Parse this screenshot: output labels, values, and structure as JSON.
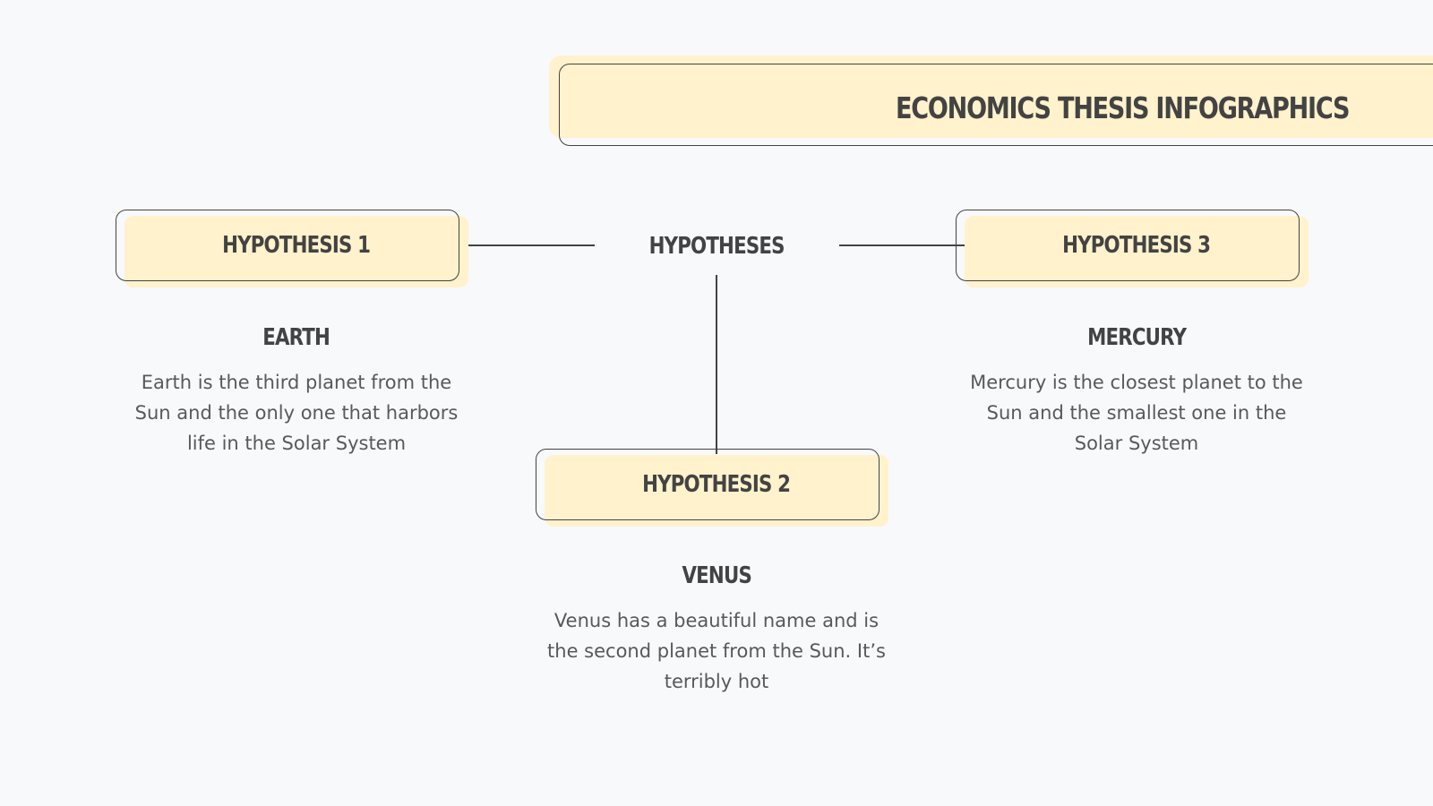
{
  "title": "ECONOMICS THESIS INFOGRAPHICS",
  "center_label": "HYPOTHESES",
  "hypotheses": [
    {
      "label": "HYPOTHESIS 1",
      "heading": "EARTH",
      "text": "Earth is the third planet from the Sun and the only one that harbors life in the Solar System"
    },
    {
      "label": "HYPOTHESIS 2",
      "heading": "VENUS",
      "text": "Venus has a beautiful name and is the second planet from the Sun. It’s terribly hot"
    },
    {
      "label": "HYPOTHESIS 3",
      "heading": "MERCURY",
      "text": "Mercury is the closest planet to the Sun and the smallest one in the Solar System"
    }
  ],
  "colors": {
    "background": "#f8f9fb",
    "box_fill": "#fff2cc",
    "outline": "#434343",
    "body_text": "#595959"
  }
}
